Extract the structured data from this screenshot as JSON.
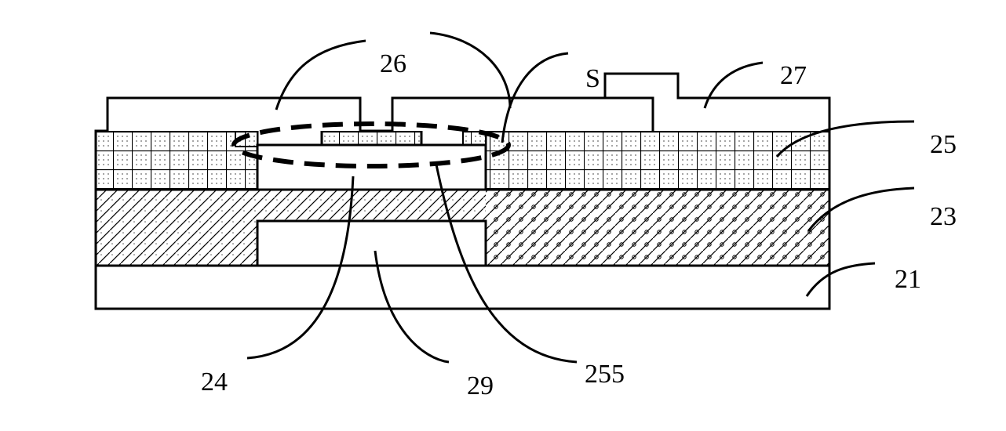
{
  "labels": {
    "l21": "21",
    "l23": "23",
    "l24": "24",
    "l25": "25",
    "l26": "26",
    "l27": "27",
    "l29": "29",
    "l255": "255",
    "lS": "S"
  }
}
